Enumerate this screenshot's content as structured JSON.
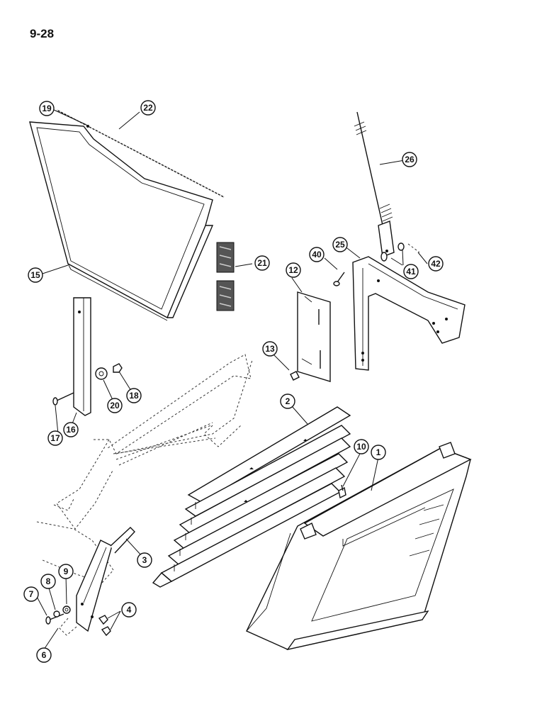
{
  "page": {
    "number_label": "9-28"
  },
  "callouts": [
    {
      "id": "c1",
      "label": "1"
    },
    {
      "id": "c2",
      "label": "2"
    },
    {
      "id": "c3",
      "label": "3"
    },
    {
      "id": "c4",
      "label": "4"
    },
    {
      "id": "c6",
      "label": "6"
    },
    {
      "id": "c7",
      "label": "7"
    },
    {
      "id": "c8",
      "label": "8"
    },
    {
      "id": "c9",
      "label": "9"
    },
    {
      "id": "c10",
      "label": "10"
    },
    {
      "id": "c12",
      "label": "12"
    },
    {
      "id": "c13",
      "label": "13"
    },
    {
      "id": "c15",
      "label": "15"
    },
    {
      "id": "c16",
      "label": "16"
    },
    {
      "id": "c17",
      "label": "17"
    },
    {
      "id": "c18",
      "label": "18"
    },
    {
      "id": "c19",
      "label": "19"
    },
    {
      "id": "c20",
      "label": "20"
    },
    {
      "id": "c21",
      "label": "21"
    },
    {
      "id": "c22",
      "label": "22"
    },
    {
      "id": "c25",
      "label": "25"
    },
    {
      "id": "c26",
      "label": "26"
    },
    {
      "id": "c40",
      "label": "40"
    },
    {
      "id": "c41",
      "label": "41"
    },
    {
      "id": "c42",
      "label": "42"
    }
  ]
}
